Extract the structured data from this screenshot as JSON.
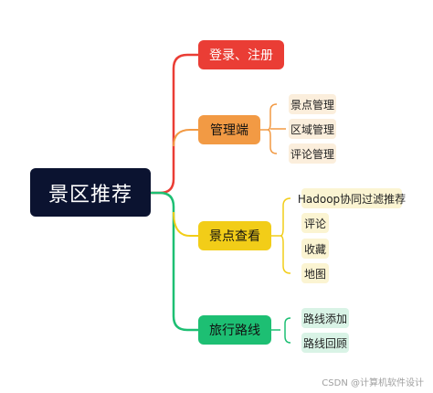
{
  "root": {
    "label": "景区推荐",
    "color": "#0b1330"
  },
  "branches": [
    {
      "label": "登录、注册",
      "color": "#ea3d35",
      "children": []
    },
    {
      "label": "管理端",
      "color": "#f29a44",
      "children": [
        "景点管理",
        "区域管理",
        "评论管理"
      ]
    },
    {
      "label": "景点查看",
      "color": "#f2cd18",
      "children": [
        "Hadoop协同过滤推荐",
        "评论",
        "收藏",
        "地图"
      ]
    },
    {
      "label": "旅行路线",
      "color": "#1dbf73",
      "children": [
        "路线添加",
        "路线回顾"
      ]
    }
  ],
  "watermark": "CSDN @计算机软件设计"
}
